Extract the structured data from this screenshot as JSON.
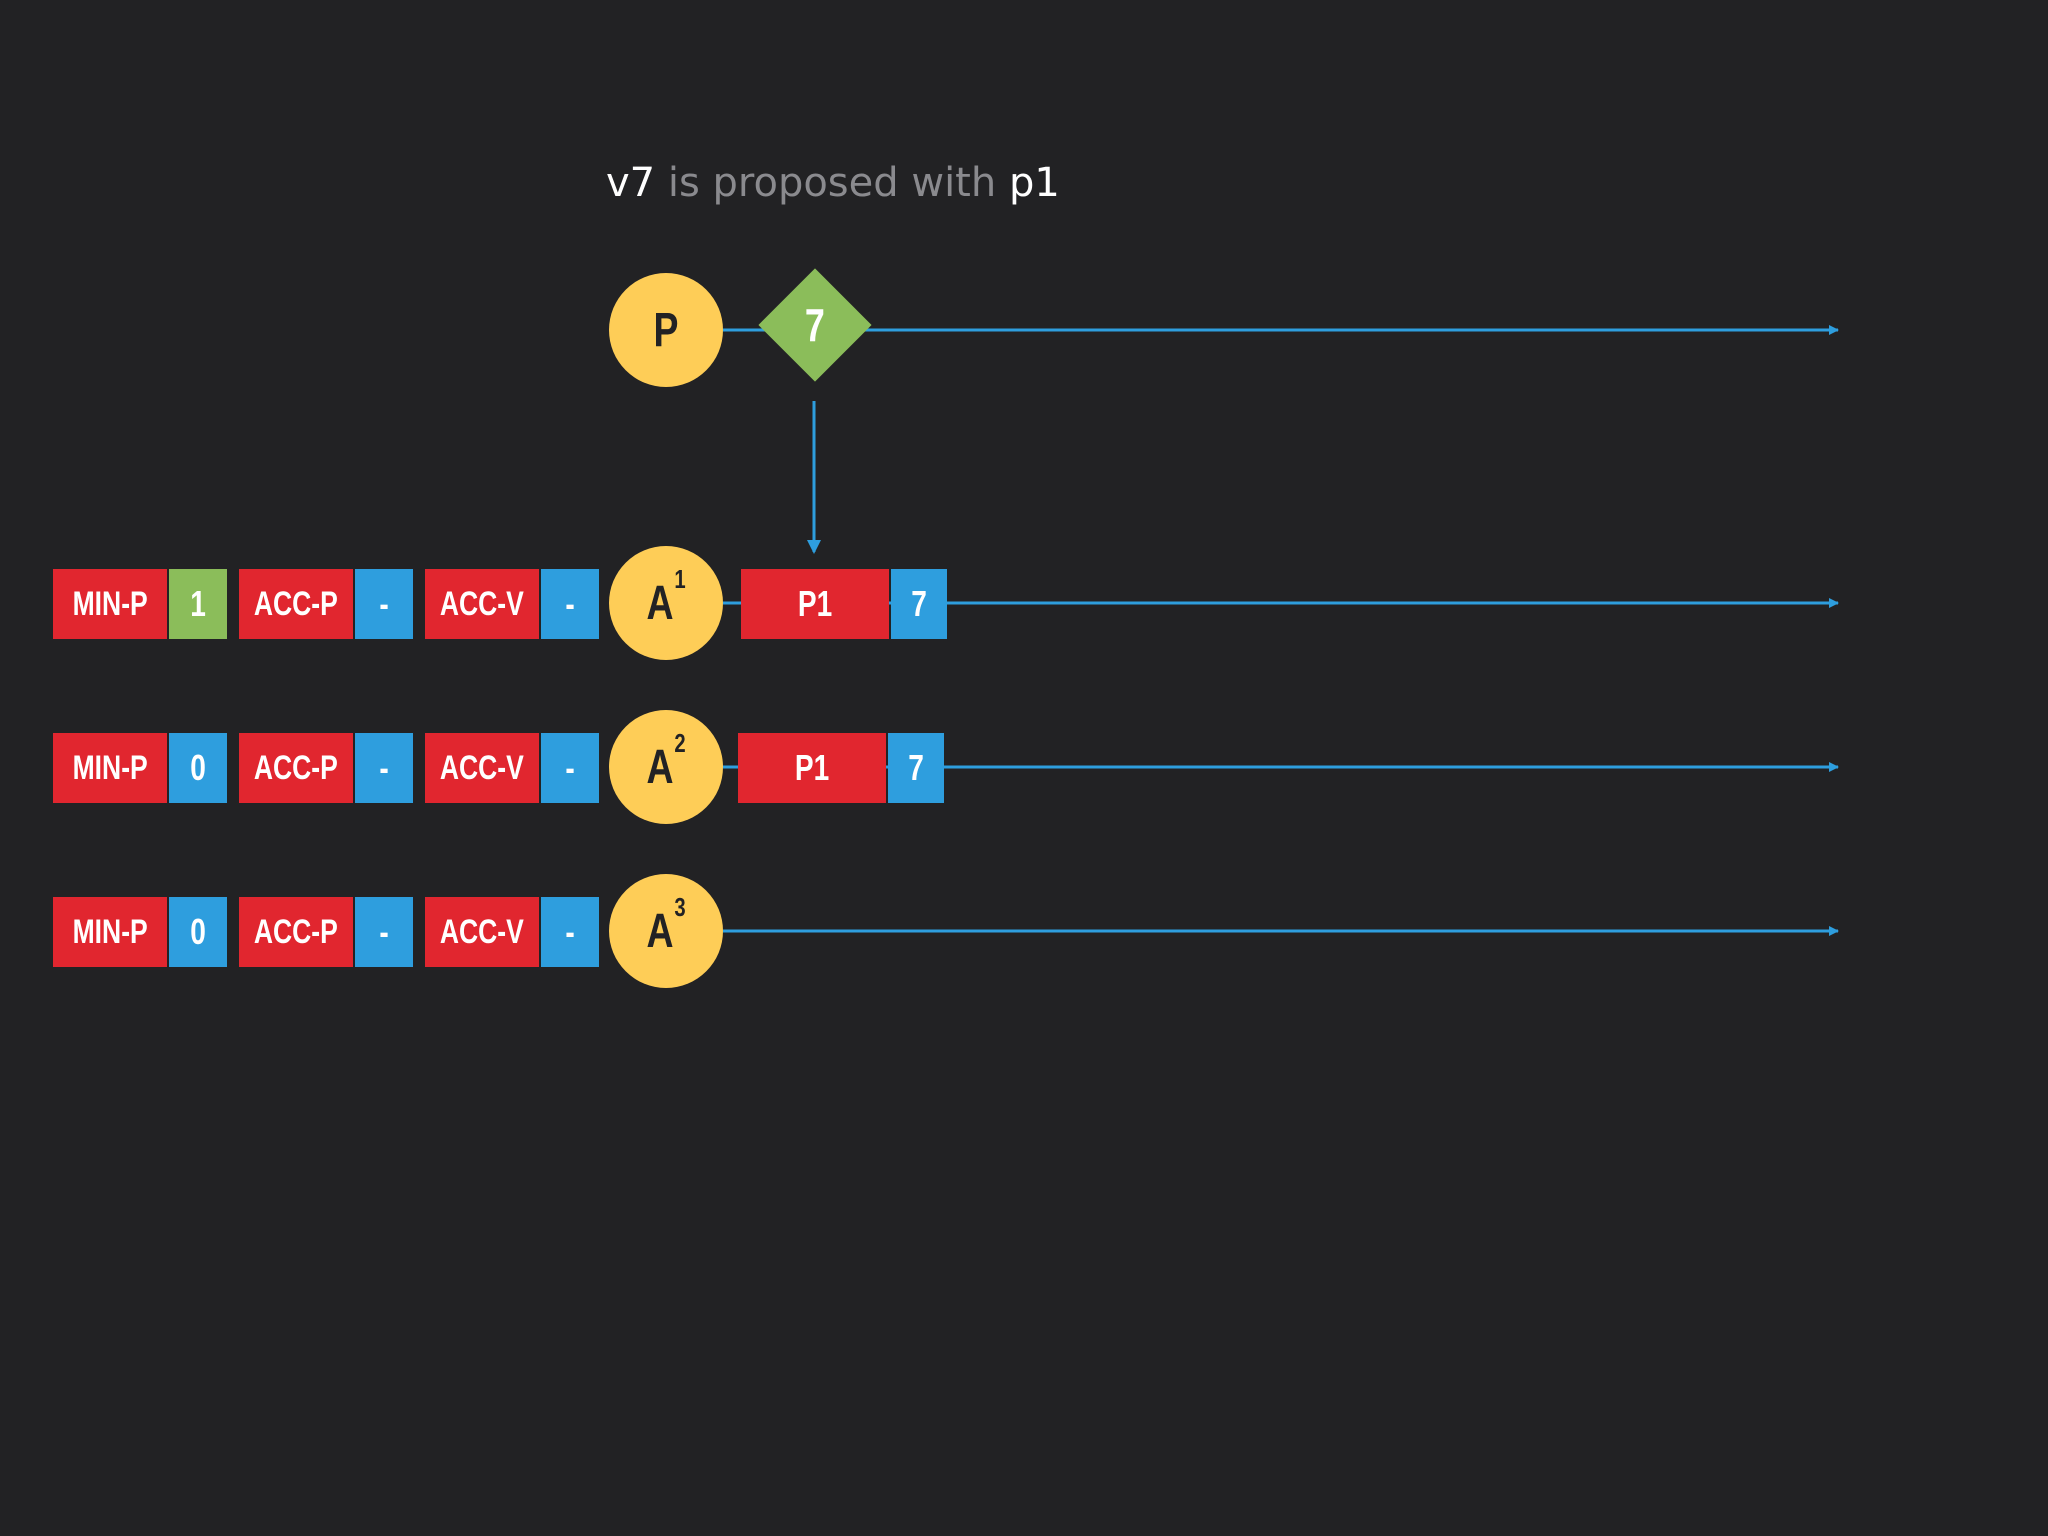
{
  "caption": {
    "value": "v7",
    "middle": " is proposed with ",
    "proposal": "p1"
  },
  "proposer": {
    "label": "P",
    "proposed_value": "7"
  },
  "acceptors": [
    {
      "base": "A",
      "index": "1",
      "min_p_label": "MIN-P",
      "min_p_value": "1",
      "min_p_color": "#8bbd5a",
      "acc_p_label": "ACC-P",
      "acc_p_value": "-",
      "acc_v_label": "ACC-V",
      "acc_v_value": "-",
      "message": {
        "proposal": "P1",
        "value": "7"
      }
    },
    {
      "base": "A",
      "index": "2",
      "min_p_label": "MIN-P",
      "min_p_value": "0",
      "min_p_color": "#2e9ede",
      "acc_p_label": "ACC-P",
      "acc_p_value": "-",
      "acc_v_label": "ACC-V",
      "acc_v_value": "-",
      "message": {
        "proposal": "P1",
        "value": "7"
      }
    },
    {
      "base": "A",
      "index": "3",
      "min_p_label": "MIN-P",
      "min_p_value": "0",
      "min_p_color": "#2e9ede",
      "acc_p_label": "ACC-P",
      "acc_p_value": "-",
      "acc_v_label": "ACC-V",
      "acc_v_value": "-",
      "message": null
    }
  ],
  "colors": {
    "background": "#222224",
    "label_red": "#e1262f",
    "value_blue": "#2e9ede",
    "highlight_green": "#8bbd5a",
    "node_yellow": "#fecd57",
    "line_blue": "#2e9ede"
  }
}
